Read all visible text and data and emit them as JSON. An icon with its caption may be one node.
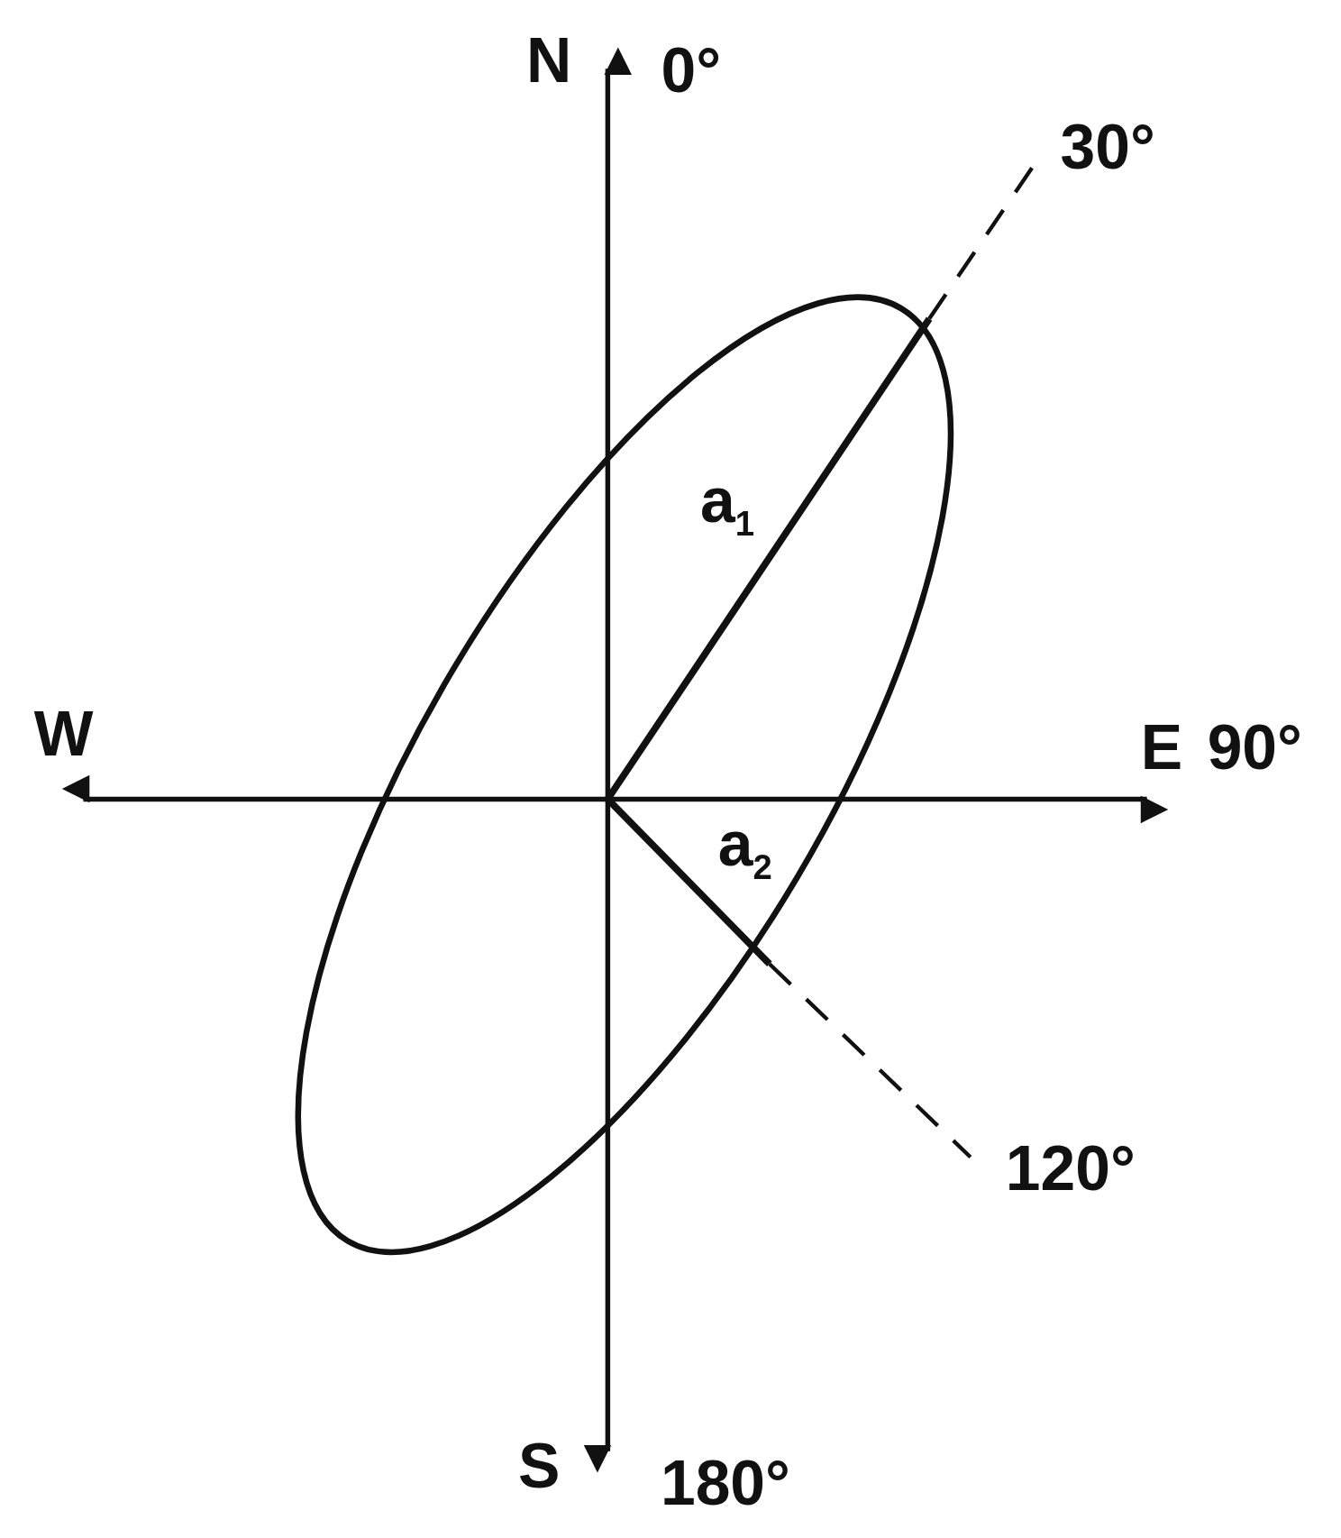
{
  "diagram": {
    "labels": [
      "N",
      "0°",
      "30°",
      "W",
      "E",
      "90°",
      "a$_{1}$",
      "a$_{2}$",
      "120°",
      "S",
      "180°"
    ]
  }
}
